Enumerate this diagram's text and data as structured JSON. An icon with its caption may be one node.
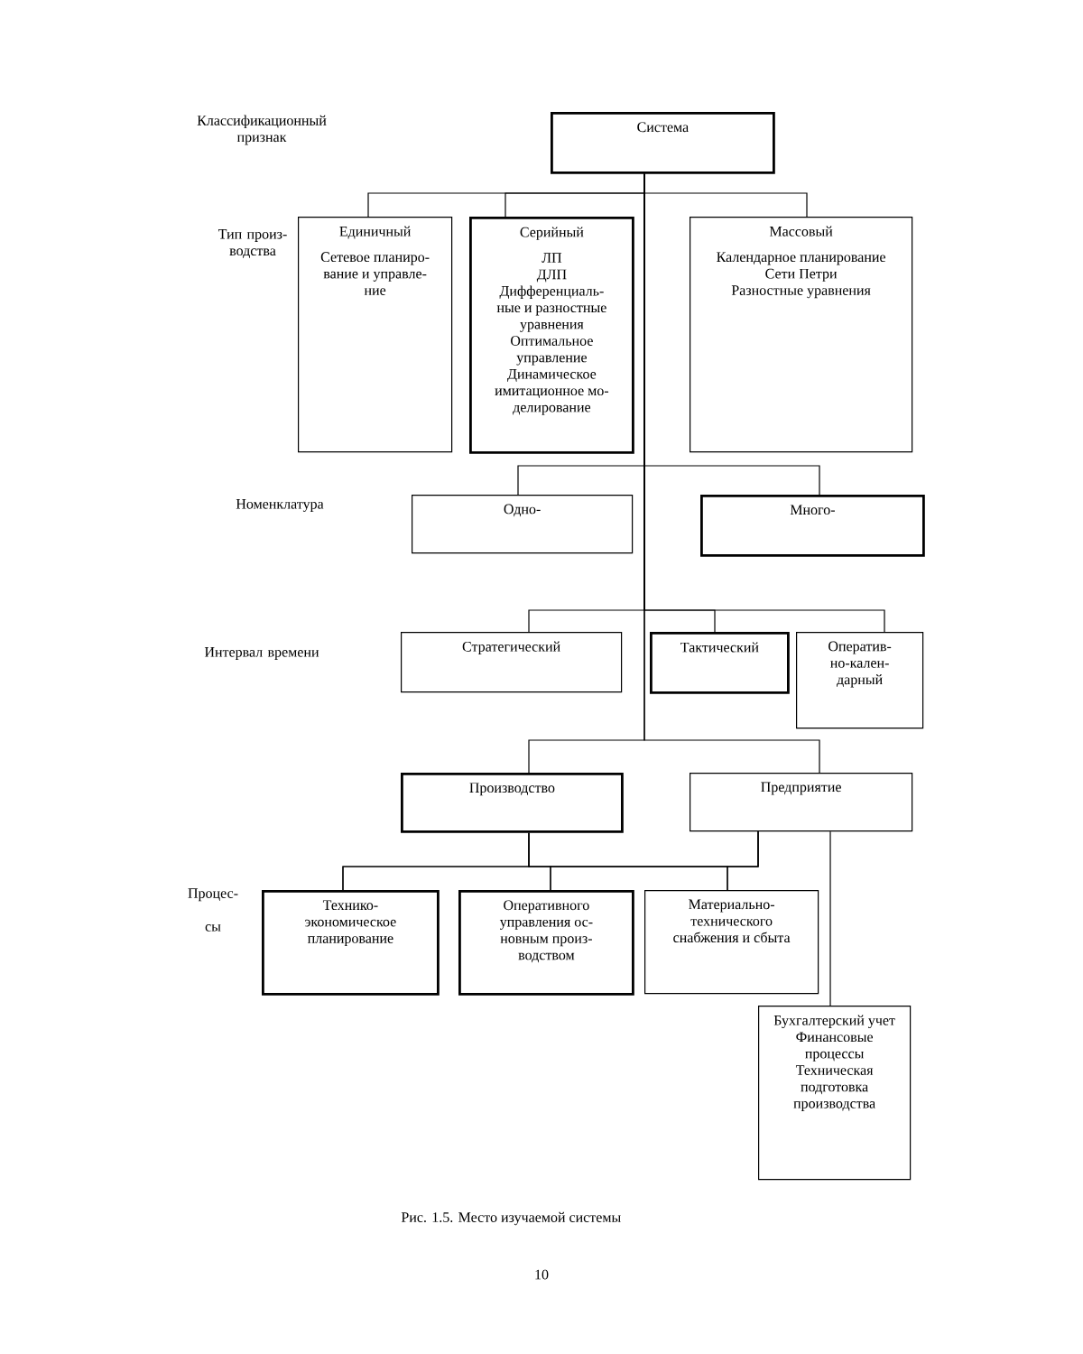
{
  "diagram": {
    "caption": "Рис. 1.5. Место изучаемой системы",
    "nodes": [
      {
        "text": [
          "Система"
        ]
      },
      {
        "text": [
          "Единичный",
          "Сетевое планиро- вание и управле- ние"
        ]
      },
      {
        "text": [
          "Серийный",
          "ЛП",
          "ДЛП",
          "Дифференциаль- ные и разностные уравнения",
          "Оптимальное управление",
          "Динамическое имитационное мо- делирование"
        ]
      },
      {
        "text": [
          "Массовый",
          "Календарное планирование",
          "Сети Петри",
          "Разностные уравнения"
        ]
      },
      {
        "text": [
          "Одно-"
        ]
      },
      {
        "text": [
          "Много-"
        ]
      },
      {
        "text": [
          "Стратегический"
        ]
      },
      {
        "text": [
          "Тактический"
        ]
      },
      {
        "text": [
          "Оператив- но-кален- дарный"
        ]
      },
      {
        "text": [
          "Производство"
        ]
      },
      {
        "text": [
          "Предприятие"
        ]
      },
      {
        "text": [
          "Технико- экономическое планирование"
        ]
      },
      {
        "text": [
          "Оперативного управления ос- новным произ- водством"
        ]
      },
      {
        "text": [
          "Материально- технического снабжения и сбыта"
        ]
      },
      {
        "text": [
          "Бухгалтерский учет",
          "Финансовые процессы",
          "Техническая подготовка производства"
        ]
      }
    ],
    "edges": [
      {
        "from": 0,
        "to": 1,
        "arrow": "none"
      },
      {
        "from": 0,
        "to": 2,
        "arrow": "none"
      },
      {
        "from": 0,
        "to": 3,
        "arrow": "none"
      },
      {
        "from": 0,
        "to": 4,
        "arrow": "none"
      },
      {
        "from": 0,
        "to": 5,
        "arrow": "none"
      },
      {
        "from": 0,
        "to": 6,
        "arrow": "none"
      },
      {
        "from": 0,
        "to": 7,
        "arrow": "none"
      },
      {
        "from": 0,
        "to": 8,
        "arrow": "none"
      },
      {
        "from": 0,
        "to": 9,
        "arrow": "none"
      },
      {
        "from": 0,
        "to": 10,
        "arrow": "none"
      },
      {
        "from": 9,
        "to": 11,
        "arrow": "none"
      },
      {
        "from": 9,
        "to": 12,
        "arrow": "none"
      },
      {
        "from": 9,
        "to": 13,
        "arrow": "none"
      },
      {
        "from": 10,
        "to": 11,
        "arrow": "none"
      },
      {
        "from": 10,
        "to": 12,
        "arrow": "none"
      },
      {
        "from": 10,
        "to": 13,
        "arrow": "none"
      },
      {
        "from": 10,
        "to": 14,
        "arrow": "none"
      }
    ],
    "labels": [
      "Классификационный признак",
      "Тип произ- водства",
      "Номенклатура",
      "Интервал времени",
      "Процес- сы",
      "10"
    ]
  }
}
